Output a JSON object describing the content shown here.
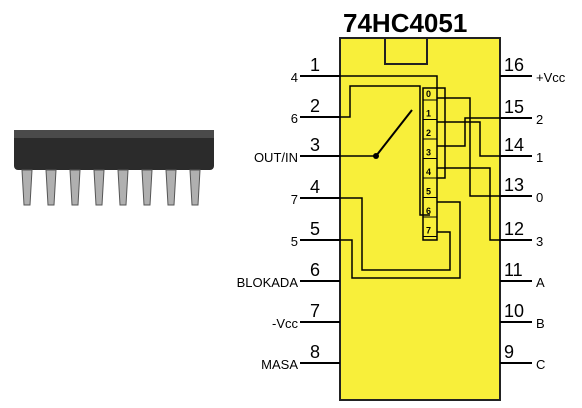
{
  "title": "74HC4051",
  "colors": {
    "chip_fill": "#f8ef3a",
    "chip_stroke": "#222222",
    "wire": "#000000",
    "ic_body": "#2b2b2b"
  },
  "left_pins": [
    {
      "num": "1",
      "label": "4"
    },
    {
      "num": "2",
      "label": "6"
    },
    {
      "num": "3",
      "label": "OUT/IN"
    },
    {
      "num": "4",
      "label": "7"
    },
    {
      "num": "5",
      "label": "5"
    },
    {
      "num": "6",
      "label": "BLOKADA"
    },
    {
      "num": "7",
      "label": "-Vcc"
    },
    {
      "num": "8",
      "label": "MASA"
    }
  ],
  "right_pins": [
    {
      "num": "16",
      "label": "+Vcc"
    },
    {
      "num": "15",
      "label": "2"
    },
    {
      "num": "14",
      "label": "1"
    },
    {
      "num": "13",
      "label": "0"
    },
    {
      "num": "12",
      "label": "3"
    },
    {
      "num": "11",
      "label": "A"
    },
    {
      "num": "10",
      "label": "B"
    },
    {
      "num": "9",
      "label": "C"
    }
  ],
  "mux_channels": [
    "0",
    "1",
    "2",
    "3",
    "4",
    "5",
    "6",
    "7"
  ]
}
